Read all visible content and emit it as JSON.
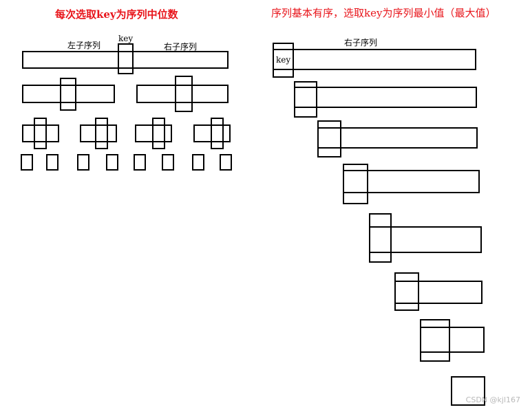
{
  "left_diagram": {
    "title": "每次选取key为序列中位数",
    "left_label": "左子序列",
    "right_label": "右子序列",
    "key_label": "key"
  },
  "right_diagram": {
    "title": "序列基本有序，选取key为序列最小值（最大值）",
    "right_label": "右子序列",
    "key_label": "key"
  },
  "watermark": "CSDN @kjl167"
}
